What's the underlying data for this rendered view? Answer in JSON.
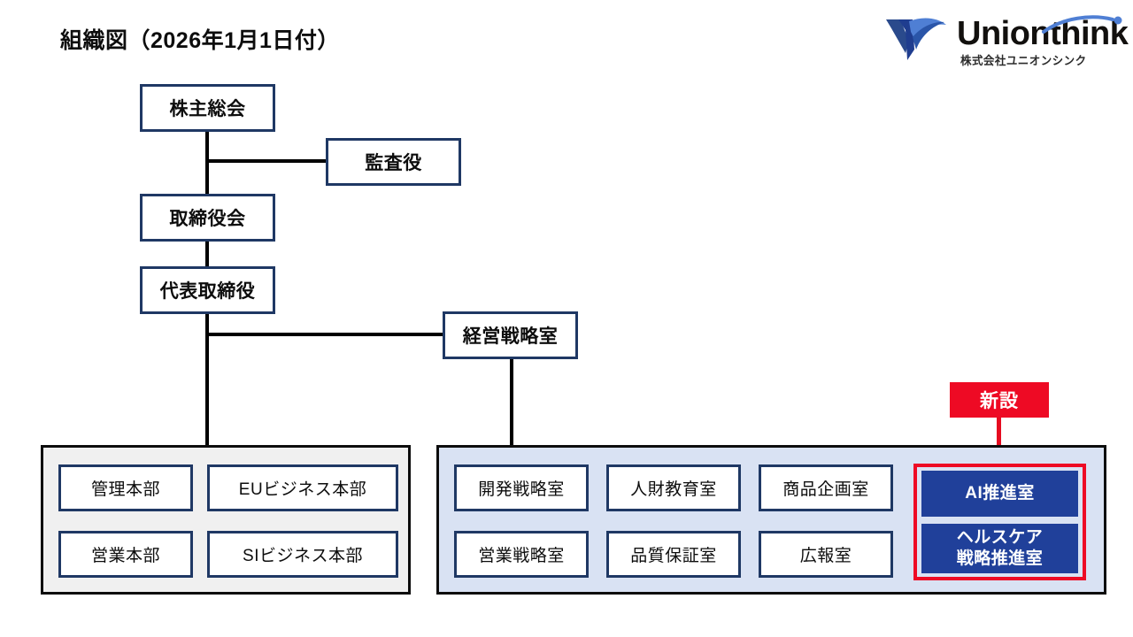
{
  "page": {
    "title": "組織図（2026年1月1日付）"
  },
  "logo": {
    "name": "Unionthink",
    "subtitle": "株式会社ユニオンシンク",
    "mark_name": "unionthink-swoosh-mark",
    "brand_color": "#1f3d8f"
  },
  "hierarchy": {
    "shareholders_meeting": "株主総会",
    "auditor": "監査役",
    "board_of_directors": "取締役会",
    "representative_director": "代表取締役",
    "management_strategy_office": "経営戦略室"
  },
  "groups": {
    "left": {
      "background_color": "#f0f0f0",
      "units": [
        "管理本部",
        "EUビジネス本部",
        "営業本部",
        "SIビジネス本部"
      ]
    },
    "right": {
      "background_color": "#d9e2f3",
      "units": [
        "開発戦略室",
        "人財教育室",
        "商品企画室",
        "営業戦略室",
        "品質保証室",
        "広報室"
      ],
      "new_units": [
        {
          "line1": "AI推進室",
          "line2": ""
        },
        {
          "line1": "ヘルスケア",
          "line2": "戦略推進室"
        }
      ]
    }
  },
  "annotation": {
    "new_badge_label": "新設",
    "new_badge_color": "#ee0a24",
    "new_unit_color": "#20409a"
  }
}
